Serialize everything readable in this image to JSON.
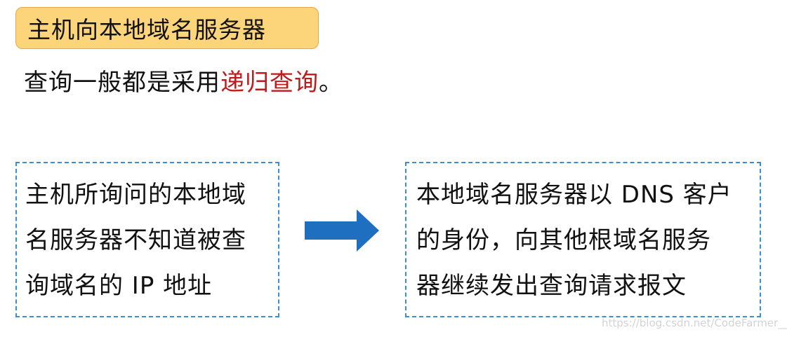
{
  "title": "主机向本地域名服务器",
  "intro": {
    "prefix": "查询一般都是采用",
    "highlight": "递归查询",
    "suffix": "。"
  },
  "left_box": {
    "lines": [
      "主机所询问的本地域",
      "名服务器不知道被查",
      "询域名的 IP 地址"
    ]
  },
  "right_box": {
    "lines": [
      "本地域名服务器以 DNS 客户",
      "的身份，向其他根域名服务",
      "器继续发出查询请求报文"
    ]
  },
  "arrow_icon": "right-arrow-icon",
  "watermark": "https://blog.csdn.net/CodeFarmer__",
  "colors": {
    "badge_fill": "#fcd57a",
    "badge_border": "#e0a94a",
    "highlight_text": "#c01a1a",
    "box_border": "#3b8fd1",
    "arrow_fill": "#1f6fc0"
  }
}
